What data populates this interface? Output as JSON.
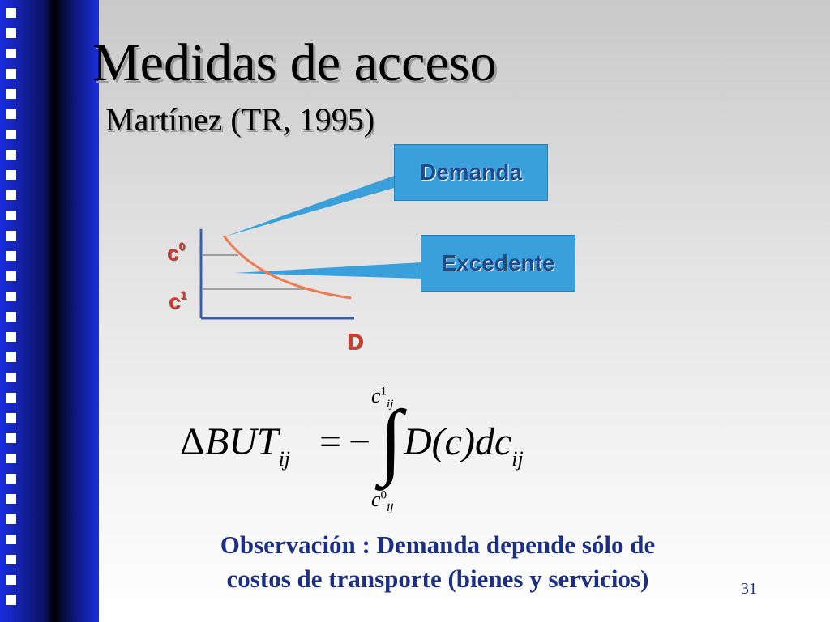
{
  "slide": {
    "title": "Medidas de acceso",
    "subtitle": "Martínez (TR, 1995)",
    "page_number": "31"
  },
  "diagram": {
    "callout_demand": "Demanda",
    "callout_surplus": "Excedente",
    "label_c0": "c",
    "label_c0_sup": "0",
    "label_c1": "c",
    "label_c1_sup": "1",
    "label_axis": "D"
  },
  "formula": {
    "delta": "Δ",
    "lhs": "BUT",
    "lhs_sub": "ij",
    "equals": "=",
    "minus": "−",
    "integral": "∫",
    "rhs_main": "D(c)dc",
    "rhs_sub": "ij",
    "upper_var": "c",
    "upper_sup": "1",
    "upper_sub": "ij",
    "lower_var": "c",
    "lower_sup": "0",
    "lower_sub": "ij"
  },
  "observation": {
    "line1": "Observación : Demanda depende sólo de",
    "line2": "costos de transporte (bienes y servicios)"
  },
  "colors": {
    "callout_fill": "#3aa0dc",
    "label_red": "#d4382a",
    "observation_blue": "#1b2f86",
    "curve": "#f07a50"
  }
}
